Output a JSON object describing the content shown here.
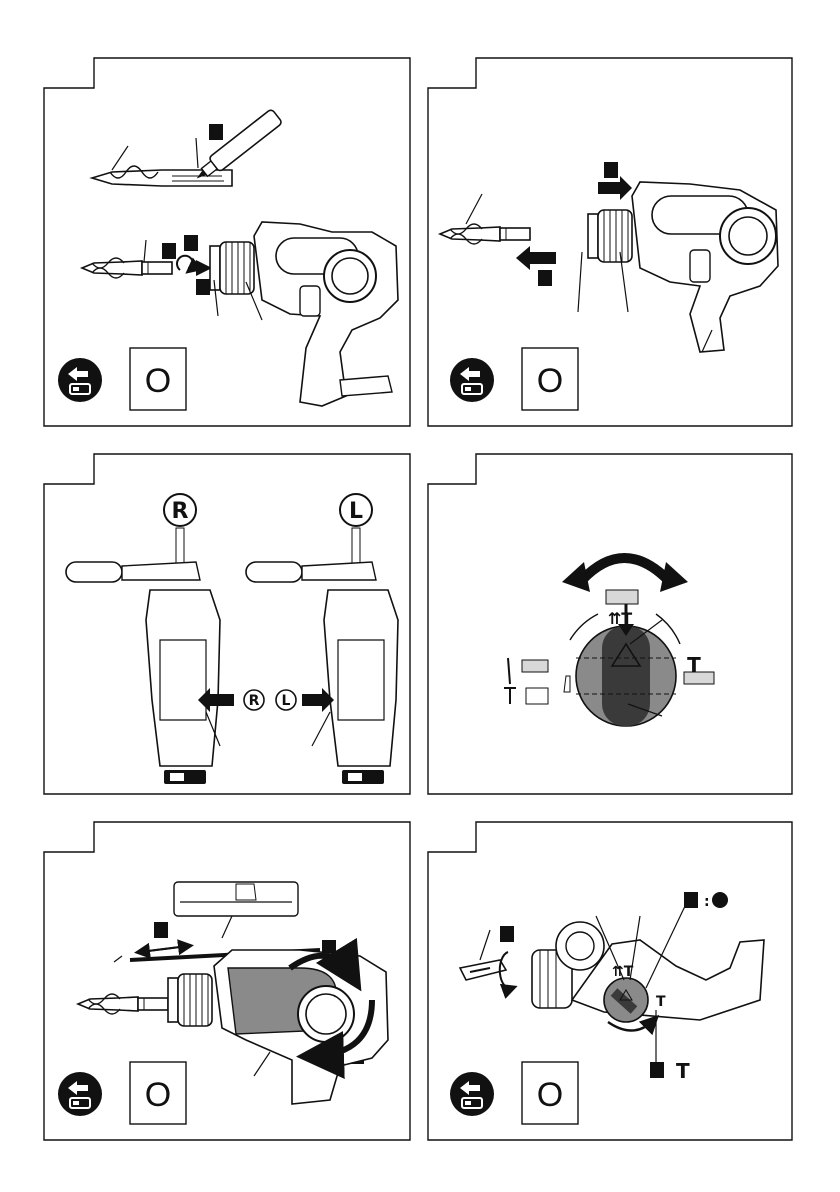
{
  "manual_page": {
    "figures": [
      {
        "id": "fig-1",
        "battery_mark": "O"
      },
      {
        "id": "fig-2",
        "battery_mark": "O"
      },
      {
        "id": "fig-3",
        "rotation_marks": [
          "R",
          "L"
        ]
      },
      {
        "id": "fig-4"
      },
      {
        "id": "fig-5",
        "battery_mark": "O"
      },
      {
        "id": "fig-6",
        "battery_mark": "O"
      }
    ],
    "colors": {
      "line": "#111111",
      "fill_gray": "#8a8a8a",
      "light_gray": "#cfcfcf",
      "background": "#ffffff"
    },
    "icon_names": [
      "battery-removal-icon",
      "drill-bit-icon",
      "hammer-drill-icon",
      "grease-tube-icon",
      "mode-selector-dial-icon",
      "screwdriver-icon"
    ]
  }
}
